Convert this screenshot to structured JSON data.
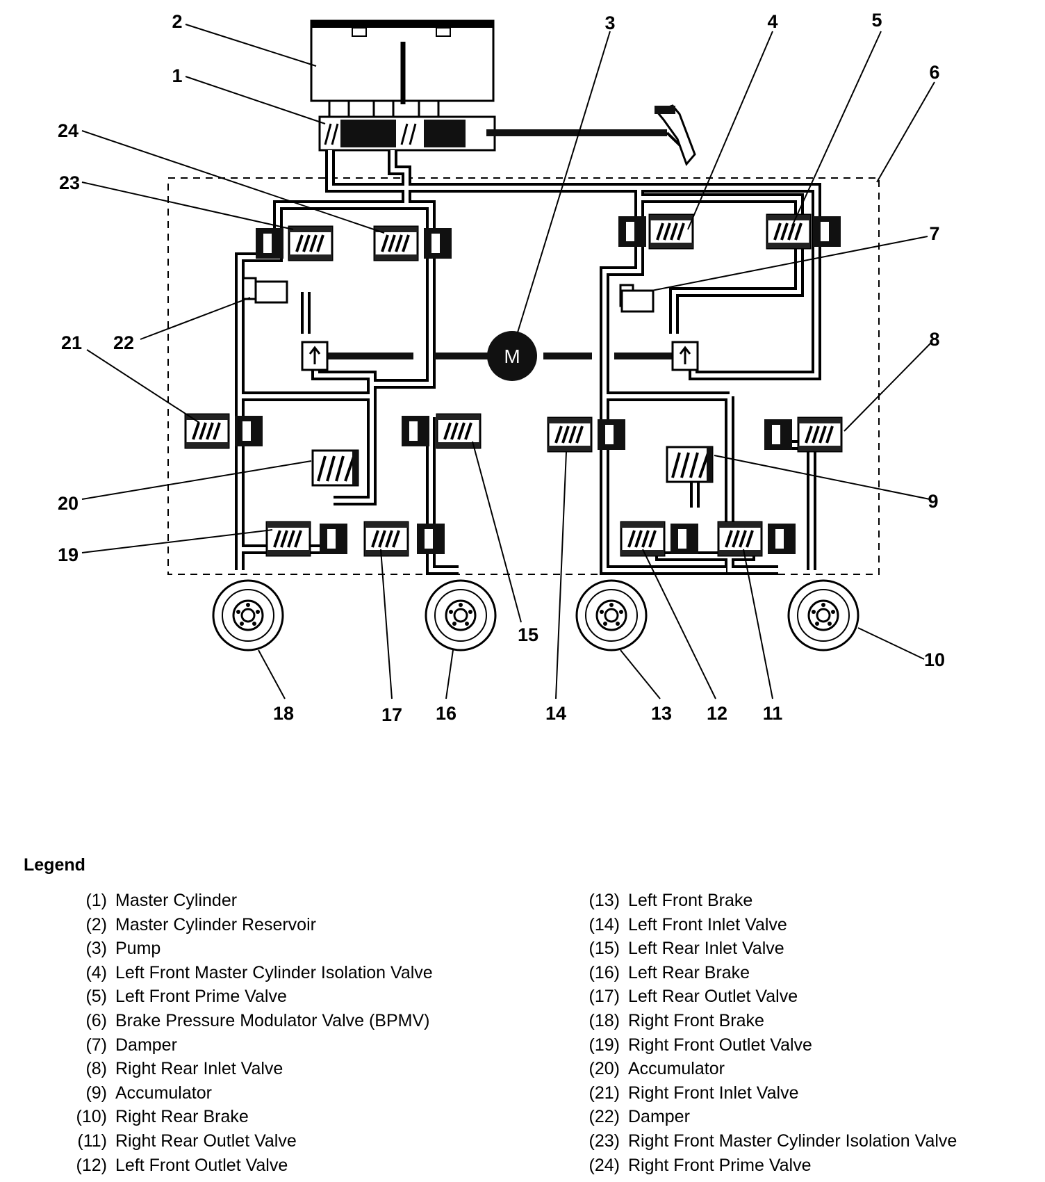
{
  "callouts": [
    "1",
    "2",
    "3",
    "4",
    "5",
    "6",
    "7",
    "8",
    "9",
    "10",
    "11",
    "12",
    "13",
    "14",
    "15",
    "16",
    "17",
    "18",
    "19",
    "20",
    "21",
    "22",
    "23",
    "24"
  ],
  "motor_label": "M",
  "legend": {
    "title": "Legend",
    "left": [
      {
        "num": "(1)",
        "text": "Master Cylinder"
      },
      {
        "num": "(2)",
        "text": "Master Cylinder Reservoir"
      },
      {
        "num": "(3)",
        "text": "Pump"
      },
      {
        "num": "(4)",
        "text": "Left Front Master Cylinder Isolation Valve"
      },
      {
        "num": "(5)",
        "text": "Left Front Prime Valve"
      },
      {
        "num": "(6)",
        "text": "Brake Pressure Modulator Valve (BPMV)"
      },
      {
        "num": "(7)",
        "text": "Damper"
      },
      {
        "num": "(8)",
        "text": "Right Rear Inlet Valve"
      },
      {
        "num": "(9)",
        "text": "Accumulator"
      },
      {
        "num": "(10)",
        "text": "Right Rear Brake"
      },
      {
        "num": "(11)",
        "text": "Right Rear Outlet Valve"
      },
      {
        "num": "(12)",
        "text": "Left Front Outlet Valve"
      }
    ],
    "right": [
      {
        "num": "(13)",
        "text": "Left Front Brake"
      },
      {
        "num": "(14)",
        "text": "Left Front Inlet Valve"
      },
      {
        "num": "(15)",
        "text": "Left Rear Inlet Valve"
      },
      {
        "num": "(16)",
        "text": "Left Rear Brake"
      },
      {
        "num": "(17)",
        "text": "Left Rear Outlet Valve"
      },
      {
        "num": "(18)",
        "text": "Right Front Brake"
      },
      {
        "num": "(19)",
        "text": "Right Front Outlet Valve"
      },
      {
        "num": "(20)",
        "text": "Accumulator"
      },
      {
        "num": "(21)",
        "text": "Right Front Inlet Valve"
      },
      {
        "num": "(22)",
        "text": "Damper"
      },
      {
        "num": "(23)",
        "text": "Right Front Master Cylinder Isolation Valve"
      },
      {
        "num": "(24)",
        "text": "Right Front Prime Valve"
      }
    ]
  }
}
